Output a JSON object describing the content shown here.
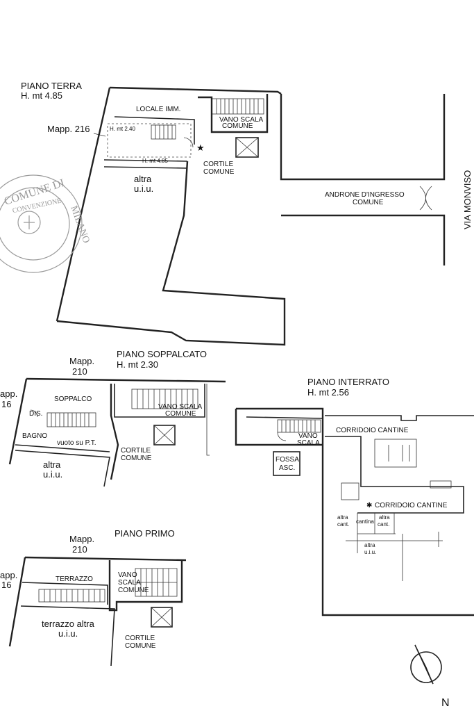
{
  "plans": {
    "piano_terra": {
      "title": "PIANO TERRA",
      "height": "H. mt 4.85",
      "mapp": "Mapp. 216",
      "locale": "LOCALE IMM.",
      "vano_scala_1": "VANO SCALA",
      "vano_scala_2": "COMUNE",
      "h240": "H. mt 2.40",
      "h485": "H. mt 4.85",
      "cortile_1": "CORTILE",
      "cortile_2": "COMUNE",
      "altra_1": "altra",
      "altra_2": "u.i.u.",
      "androne_1": "ANDRONE D'INGRESSO",
      "androne_2": "COMUNE",
      "via": "VIA MONVISO"
    },
    "piano_soppalcato": {
      "title": "PIANO SOPPALCATO",
      "height": "H. mt 2.30",
      "mapp_1": "Mapp.",
      "mapp_2": "210",
      "mapp_left_1": "app.",
      "mapp_left_2": "16",
      "soppalco": "SOPPALCO",
      "dis": "DIS.",
      "bagno": "BAGNO",
      "vuoto": "vuoto su P.T.",
      "vano_scala_1": "VANO SCALA",
      "vano_scala_2": "COMUNE",
      "cortile_1": "CORTILE",
      "cortile_2": "COMUNE",
      "altra_1": "altra",
      "altra_2": "u.i.u."
    },
    "piano_interrato": {
      "title": "PIANO INTERRATO",
      "height": "H. mt 2.56",
      "vano_1": "VANO",
      "vano_2": "SCALA",
      "corridoio_1": "CORRIDOIO CANTINE",
      "fossa_1": "FOSSA",
      "fossa_2": "ASC.",
      "corridoio_2": "CORRIDOIO CANTINE",
      "altra_cant_1a": "altra",
      "altra_cant_1b": "cant.",
      "cantina": "cantina",
      "altra_cant_2a": "altra",
      "altra_cant_2b": "cant.",
      "altra_uiu_1": "altra",
      "altra_uiu_2": "u.i.u."
    },
    "piano_primo": {
      "title": "PIANO PRIMO",
      "mapp_1": "Mapp.",
      "mapp_2": "210",
      "mapp_left_1": "app.",
      "mapp_left_2": "16",
      "terrazzo": "TERRAZZO",
      "vano_1": "VANO",
      "vano_2": "SCALA",
      "vano_3": "COMUNE",
      "terrazzo_altra_1": "terrazzo altra",
      "terrazzo_altra_2": "u.i.u.",
      "cortile_1": "CORTILE",
      "cortile_2": "COMUNE"
    }
  },
  "stamp": {
    "top": "COMUNE DI",
    "side": "MILANO",
    "inner": "CONVENZIONE"
  },
  "compass": {
    "label": "N"
  }
}
